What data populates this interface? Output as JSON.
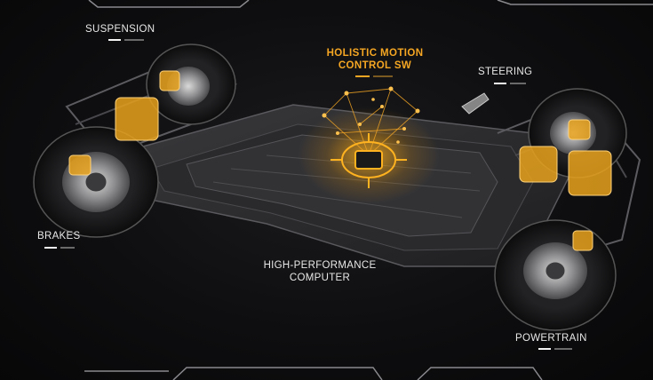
{
  "labels": {
    "suspension": "SUSPENSION",
    "holistic_line1": "HOLISTIC MOTION",
    "holistic_line2": "CONTROL SW",
    "steering": "STEERING",
    "brakes": "BRAKES",
    "computer_line1": "HIGH-PERFORMANCE",
    "computer_line2": "COMPUTER",
    "powertrain": "POWERTRAIN"
  },
  "colors": {
    "accent": "#f5a623",
    "label_text": "#e8e8e8",
    "background": "#0b0b0c"
  }
}
